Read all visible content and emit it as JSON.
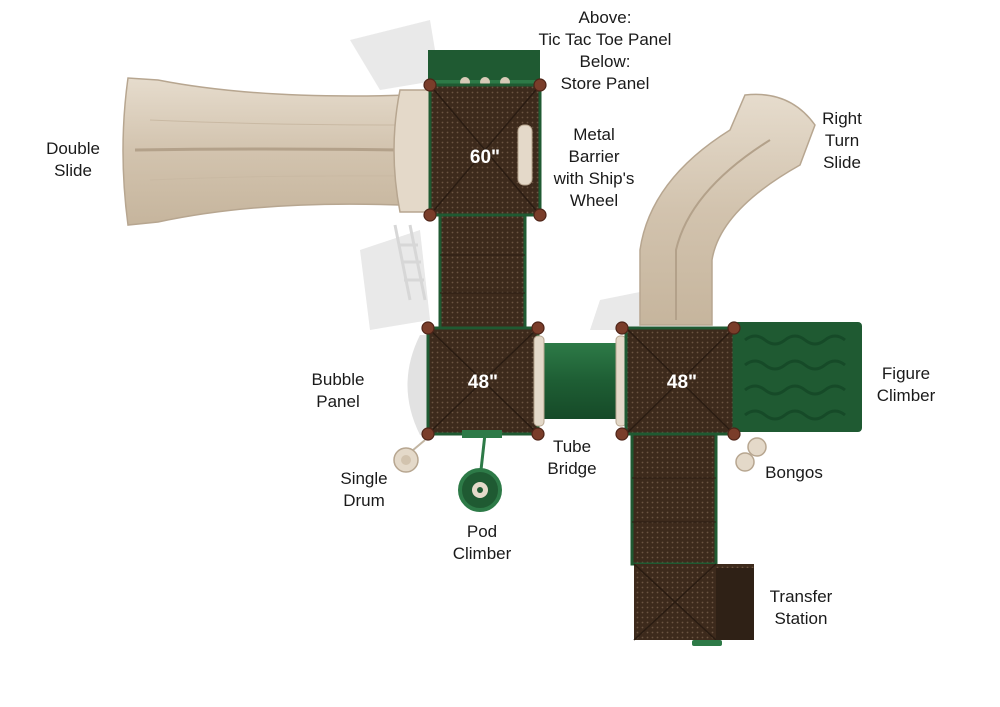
{
  "decks": [
    {
      "height": "60\""
    },
    {
      "height": "48\""
    },
    {
      "height": "48\""
    }
  ],
  "labels": {
    "above_store": [
      "Above:",
      "Tic Tac Toe Panel",
      "Below:",
      "Store Panel"
    ],
    "double_slide": [
      "Double",
      "Slide"
    ],
    "metal_barrier": [
      "Metal",
      "Barrier",
      "with Ship's",
      "Wheel"
    ],
    "right_turn_slide": [
      "Right",
      "Turn",
      "Slide"
    ],
    "bubble_panel": [
      "Bubble",
      "Panel"
    ],
    "figure_climber": [
      "Figure",
      "Climber"
    ],
    "tube_bridge": [
      "Tube",
      "Bridge"
    ],
    "bongos": [
      "Bongos"
    ],
    "single_drum": [
      "Single",
      "Drum"
    ],
    "pod_climber": [
      "Pod",
      "Climber"
    ],
    "transfer_station": [
      "Transfer",
      "Station"
    ]
  },
  "colors": {
    "deck": "#3d2a1c",
    "green": "#1f5a32",
    "tan": "#d8cbb8",
    "post_cap": "#7a3d2a"
  }
}
